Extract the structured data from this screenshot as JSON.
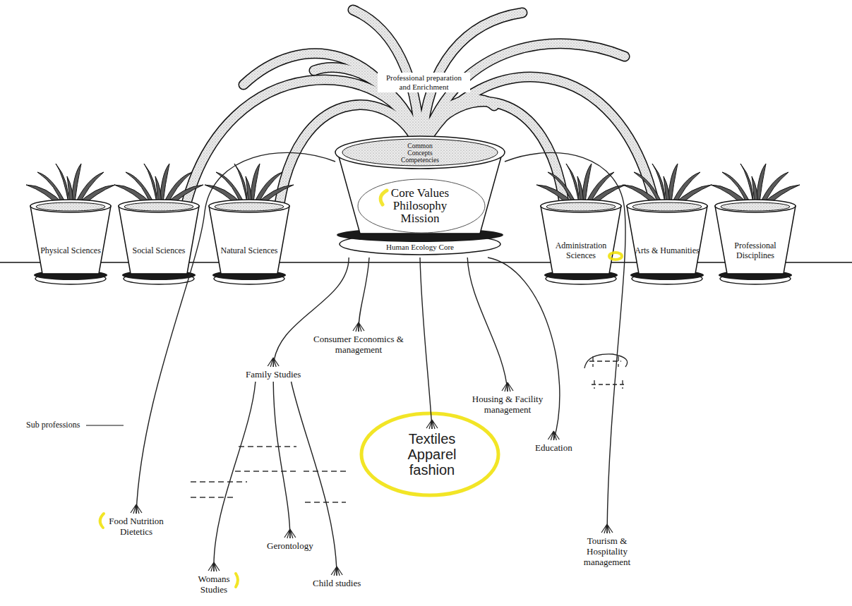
{
  "diagram": {
    "nodes": [
      {
        "text": [
          "Physical Sciences"
        ]
      },
      {
        "text": [
          "Social Sciences"
        ]
      },
      {
        "text": [
          "Natural Sciences"
        ]
      },
      {
        "text": [
          "Common Concepts Competencies",
          "Core Values Philosophy Mission",
          "Human Ecology Core"
        ]
      },
      {
        "text": [
          "Administration Sciences"
        ]
      },
      {
        "text": [
          "Arts & Humanities"
        ]
      },
      {
        "text": [
          "Professional Disciplines"
        ]
      },
      {
        "text": [
          "Consumer Economics & management"
        ]
      },
      {
        "text": [
          "Family Studies"
        ]
      },
      {
        "text": [
          "Housing & Facility management"
        ]
      },
      {
        "text": [
          "Education"
        ]
      },
      {
        "text": [
          "Textiles Apparel fashion"
        ]
      },
      {
        "text": [
          "Food Nutrition Dietetics"
        ]
      },
      {
        "text": [
          "Gerontology"
        ]
      },
      {
        "text": [
          "Tourism & Hospitality management"
        ]
      },
      {
        "text": [
          "Womans Studies"
        ]
      },
      {
        "text": [
          "Child studies"
        ]
      }
    ],
    "edges": [
      {
        "from": 3,
        "to": 12,
        "arrow": "none"
      },
      {
        "from": 3,
        "to": 8,
        "arrow": "none"
      },
      {
        "from": 3,
        "to": 7,
        "arrow": "none"
      },
      {
        "from": 3,
        "to": 11,
        "arrow": "none"
      },
      {
        "from": 3,
        "to": 9,
        "arrow": "none"
      },
      {
        "from": 3,
        "to": 10,
        "arrow": "none"
      },
      {
        "from": 3,
        "to": 14,
        "arrow": "none"
      },
      {
        "from": 8,
        "to": 15,
        "arrow": "none"
      },
      {
        "from": 8,
        "to": 13,
        "arrow": "none"
      },
      {
        "from": 8,
        "to": 16,
        "arrow": "none"
      }
    ],
    "labels": [
      "Professional preparation and Enrichment",
      "Sub professions"
    ]
  }
}
